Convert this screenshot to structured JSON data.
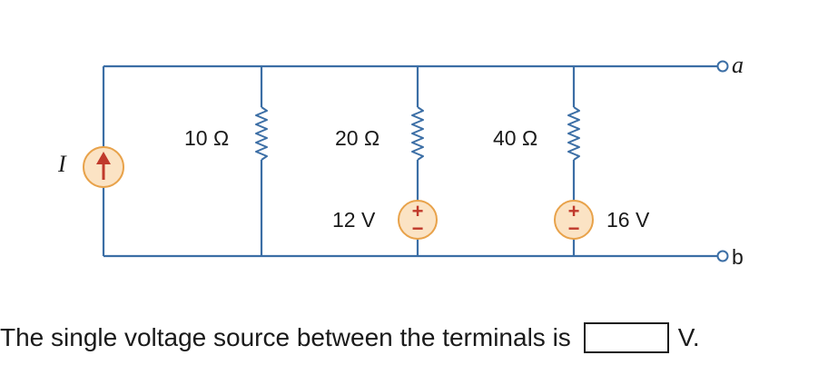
{
  "circuit": {
    "current_source_label": "I",
    "resistors": [
      "10 Ω",
      "20 Ω",
      "40 Ω"
    ],
    "sources": [
      "12 V",
      "16 V"
    ],
    "plus_sign": "+",
    "minus_sign": "−",
    "terminal_top": "a",
    "terminal_bottom": "b",
    "colors": {
      "wire": "#3b6ea5",
      "source_fill": "#fbe3c4",
      "source_stroke": "#e8a24a",
      "arrow": "#c0392b"
    }
  },
  "question": {
    "prefix": "The single voltage source between the terminals is",
    "answer_value": "",
    "unit": "V."
  }
}
